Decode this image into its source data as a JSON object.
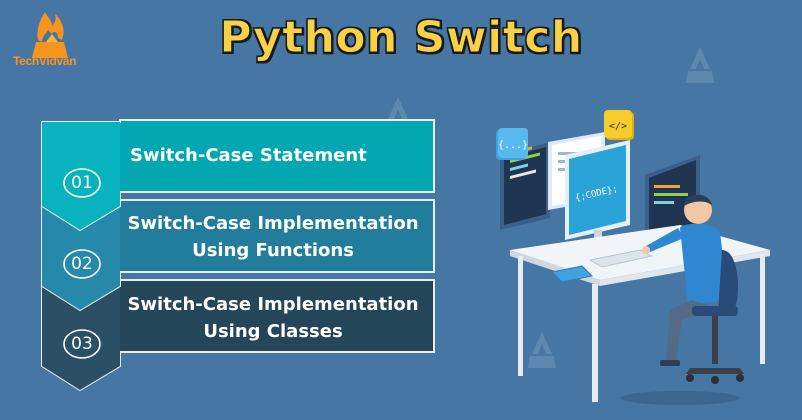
{
  "brand": {
    "name": "TechVidvan"
  },
  "title": "Python Switch",
  "steps": [
    {
      "number": "01",
      "label": "Switch-Case Statement",
      "color": "#02a7b2"
    },
    {
      "number": "02",
      "label_line1": "Switch-Case Implementation",
      "label_line2": "Using Functions",
      "color": "#227d9d"
    },
    {
      "number": "03",
      "label_line1": "Switch-Case Implementation",
      "label_line2": "Using Classes",
      "color": "#254559"
    }
  ],
  "illustration": {
    "badge_left": "{...}",
    "badge_right": "</>",
    "screen_text": "{;CODE};"
  },
  "colors": {
    "background": "#4677a4",
    "title": "#f7d248",
    "logo_orange": "#f7941d",
    "teal": "#02a7b2",
    "blue": "#227d9d",
    "navy": "#254559"
  }
}
